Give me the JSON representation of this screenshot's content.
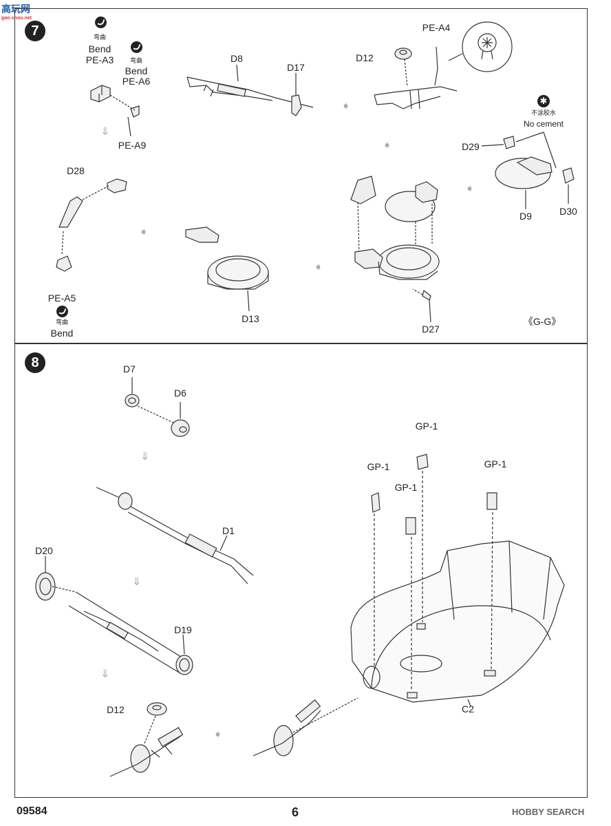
{
  "watermark": {
    "brand": "高玩网",
    "url": "gao-shou.net"
  },
  "step7": {
    "number": "7",
    "labels": {
      "pe_a3": "PE-A3",
      "pe_a6": "PE-A6",
      "pe_a9": "PE-A9",
      "pe_a4": "PE-A4",
      "pe_a5": "PE-A5",
      "d8": "D8",
      "d17": "D17",
      "d12": "D12",
      "d28": "D28",
      "d13": "D13",
      "d27": "D27",
      "d29": "D29",
      "d9": "D9",
      "d30": "D30"
    },
    "bend_cn": "弯曲",
    "bend_en": "Bend",
    "no_cement_cn": "不涂胶水",
    "no_cement_en": "No cement",
    "section_ref": "《G-G》"
  },
  "step8": {
    "number": "8",
    "labels": {
      "d7": "D7",
      "d6": "D6",
      "d1": "D1",
      "d20": "D20",
      "d19": "D19",
      "d12": "D12",
      "c2": "C2",
      "gp1": "GP-1"
    }
  },
  "footer": {
    "kit_number": "09584",
    "page_number": "6",
    "source": "HOBBY SEARCH"
  }
}
